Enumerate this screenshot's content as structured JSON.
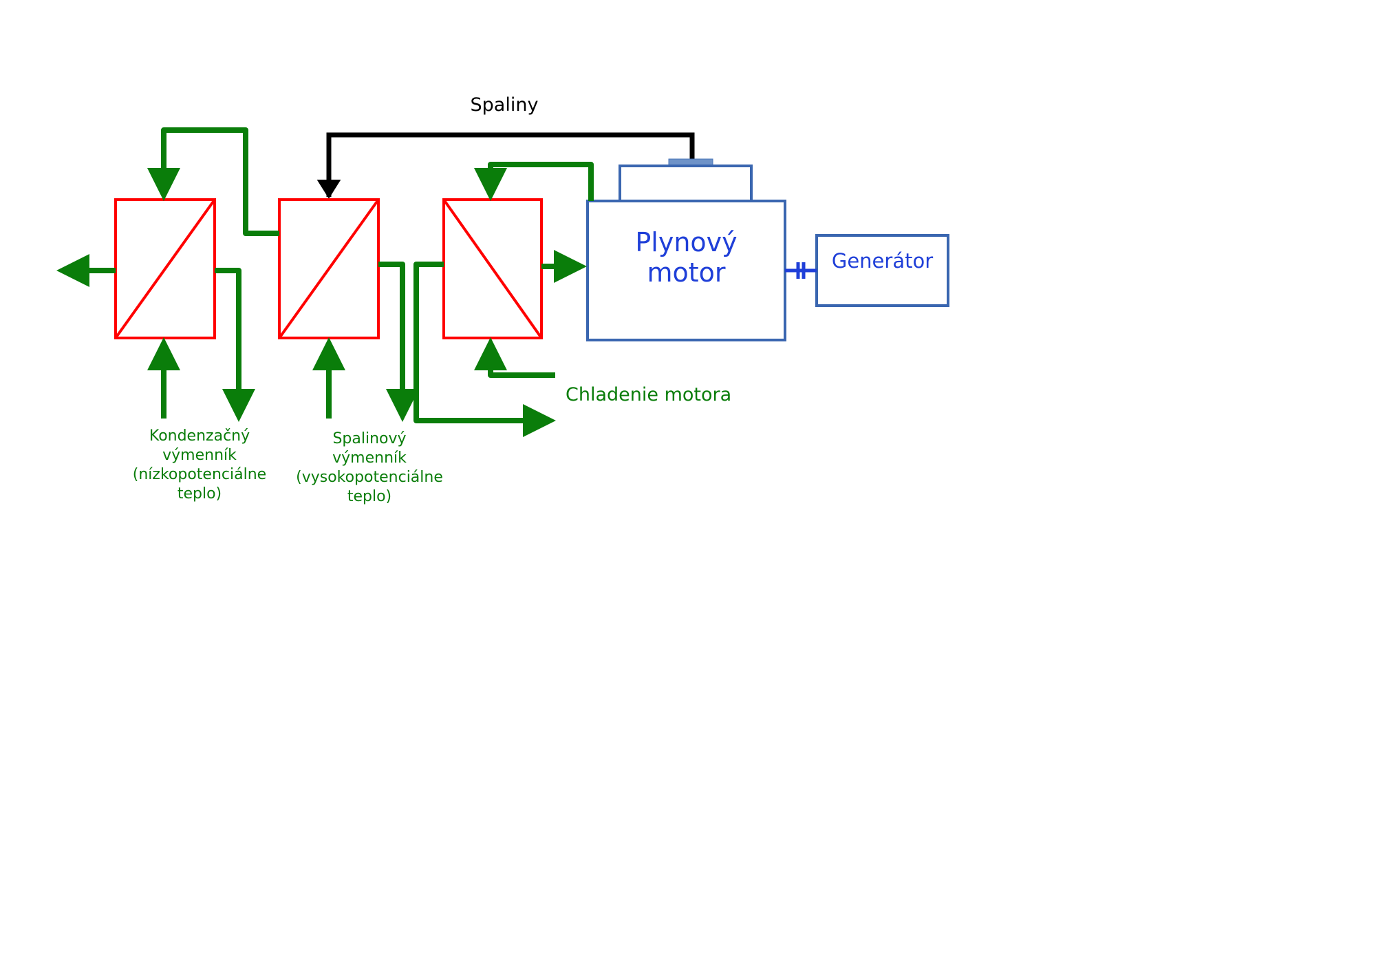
{
  "labels": {
    "flue_gas": "Spaliny",
    "gas_engine": [
      "Plynový",
      "motor"
    ],
    "generator": "Generátor",
    "engine_cooling": "Chladenie motora",
    "condensing_exchanger": [
      "Kondenzačný",
      "výmenník",
      "(nízkopotenciálne",
      "teplo)"
    ],
    "flue_gas_exchanger": [
      "Spalinový",
      "výmenník",
      "(vysokopotenciálne",
      "teplo)"
    ]
  },
  "colors": {
    "water_line": "#0a7d0a",
    "exchanger": "#ff0000",
    "flue_gas_line": "#000000",
    "engine_outline": "#3a66b0",
    "engine_text": "#1f3fd8",
    "cap": "#6f93c8"
  }
}
